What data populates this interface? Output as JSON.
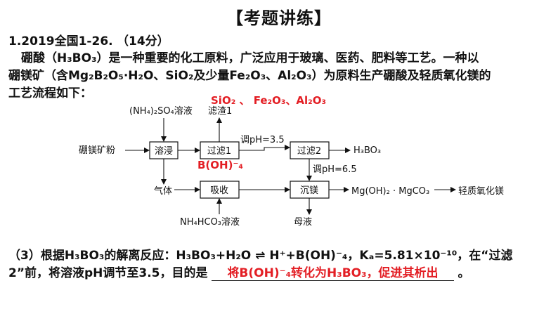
{
  "title": "【考题讲练】",
  "source": "1.2019全国1-26.",
  "points": "（14分）",
  "intro": {
    "line1": "硼酸（H₃BO₃）是一种重要的化工原料，广泛应用于玻璃、医药、肥料等工艺。一种以",
    "line2": "硼镁矿（含Mg₂B₂O₅·H₂O、SiO₂及少量Fe₂O₃、Al₂O₃）为原料生产硼酸及轻质氧化镁的",
    "line3": "工艺流程如下："
  },
  "flow": {
    "raw": "硼镁矿粉",
    "reagent1": "(NH₄)₂SO₄溶液",
    "box_leach": "溶浸",
    "box_filter1": "过滤1",
    "box_filter2": "过滤2",
    "box_absorb": "吸收",
    "box_precip": "沉镁",
    "residue": "滤渣1",
    "residue_answer": "SiO₂ 、 Fe₂O₃、Al₂O₃",
    "filter1_answer": "B(OH)⁻₄",
    "ph1": "调pH=3.5",
    "ph2": "调pH=6.5",
    "product1": "H₃BO₃",
    "gas": "气体",
    "reagent2": "NH₄HCO₃溶液",
    "mother": "母液",
    "intermediate": "Mg(OH)₂ · MgCO₃",
    "product2": "轻质氧化镁"
  },
  "question3": {
    "line1": "（3）根据H₃BO₃的解离反应：H₃BO₃+H₂O ⇌ H⁺+B(OH)⁻₄，Kₐ=5.81×10⁻¹⁰，在“过滤",
    "line2_pre": "2”前，将溶液pH调节至3.5，目的是",
    "answer": "将B(OH)⁻₄转化为H₃BO₃，促进其析出",
    "line2_post": "。"
  }
}
